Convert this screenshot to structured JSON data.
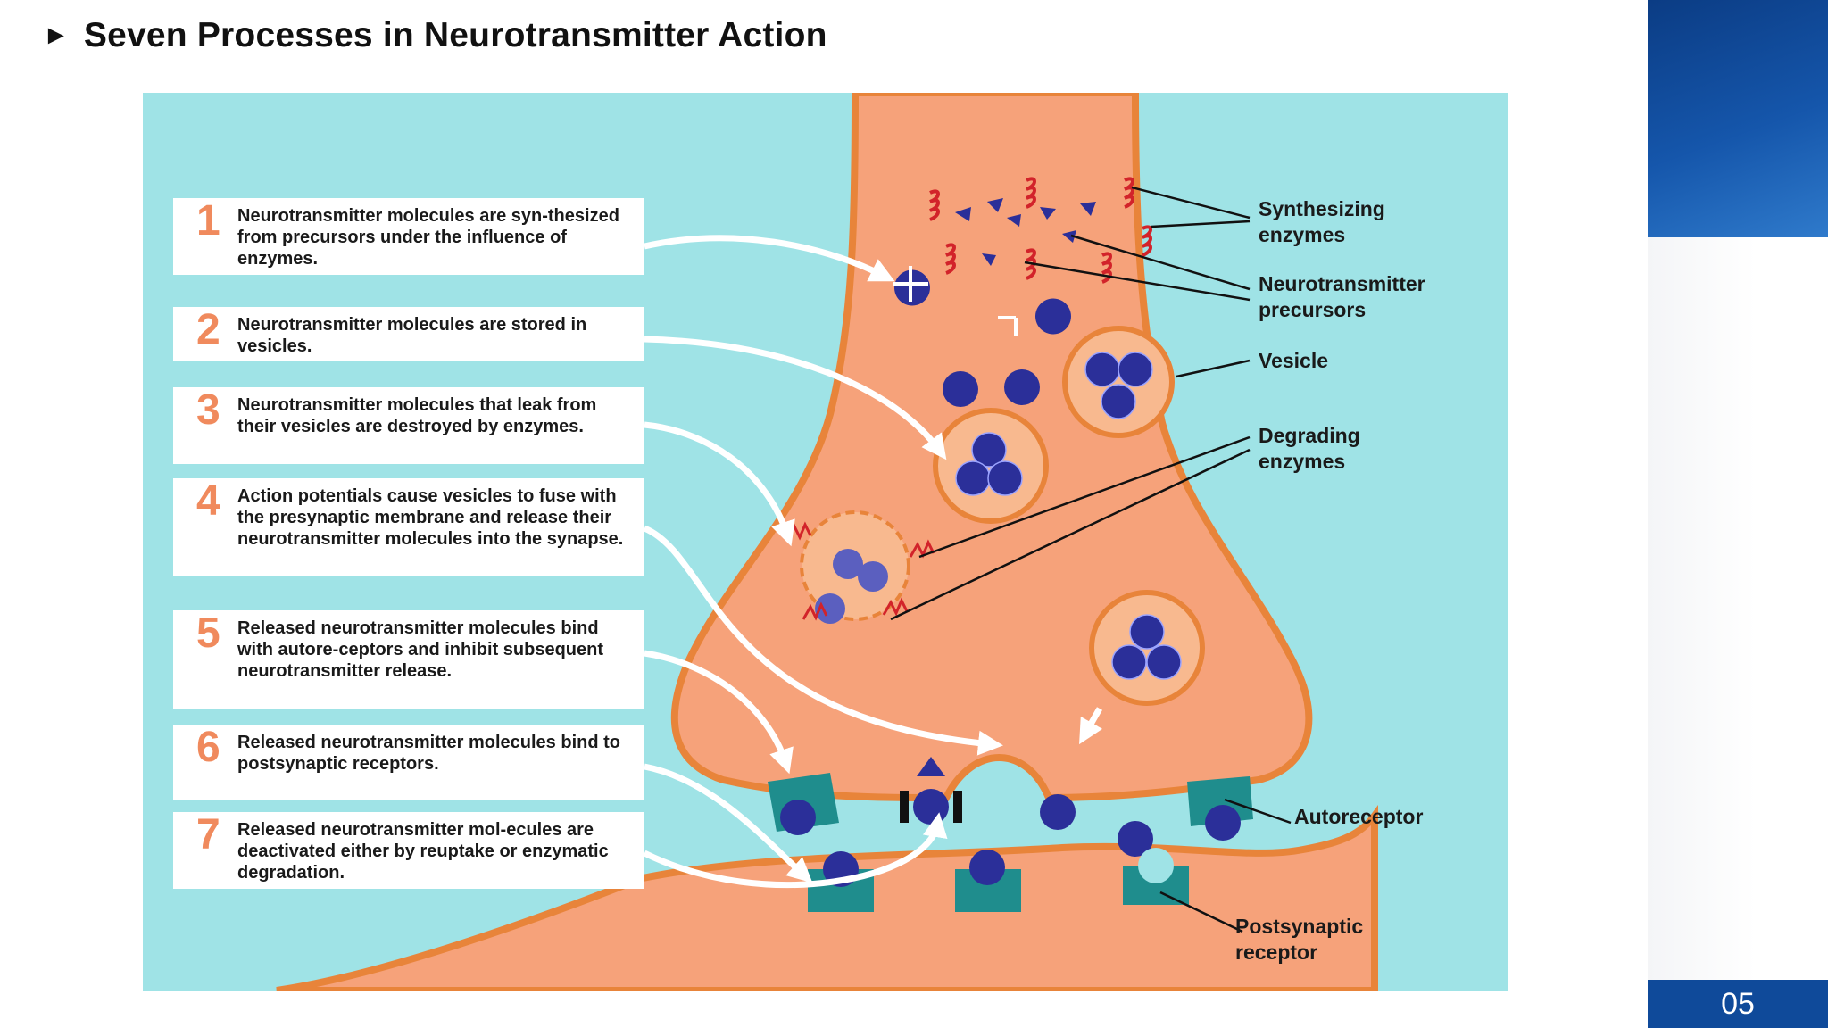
{
  "title": "Seven Processes in Neurotransmitter Action",
  "page_number": "05",
  "steps": [
    {
      "num": "1",
      "text": "Neurotransmitter molecules are syn-thesized from precursors under the influence of enzymes."
    },
    {
      "num": "2",
      "text": "Neurotransmitter molecules are stored in vesicles."
    },
    {
      "num": "3",
      "text": "Neurotransmitter molecules that leak from their vesicles are destroyed by enzymes."
    },
    {
      "num": "4",
      "text": "Action potentials cause vesicles to fuse with the presynaptic membrane and release their neurotransmitter molecules into the synapse."
    },
    {
      "num": "5",
      "text": "Released neurotransmitter molecules bind with autore-ceptors and inhibit subsequent neurotransmitter release."
    },
    {
      "num": "6",
      "text": "Released neurotransmitter molecules bind to postsynaptic receptors."
    },
    {
      "num": "7",
      "text": "Released neurotransmitter mol-ecules are deactivated either by reuptake or enzymatic degradation."
    }
  ],
  "labels": {
    "synthesizing_enzymes": "Synthesizing enzymes",
    "neurotransmitter_precursors": "Neurotransmitter precursors",
    "vesicle": "Vesicle",
    "degrading_enzymes": "Degrading enzymes",
    "autoreceptor": "Autoreceptor",
    "postsynaptic_receptor": "Postsynaptic receptor"
  },
  "colors": {
    "background": "#9fe3e6",
    "terminal": "#f6a27a",
    "terminal_edge": "#e8843a",
    "molecule": "#2b2f99",
    "receptor": "#1f8d8d",
    "enzyme": "#d2232a",
    "number": "#f08a5d",
    "sidebar": "#0f4a9a"
  }
}
